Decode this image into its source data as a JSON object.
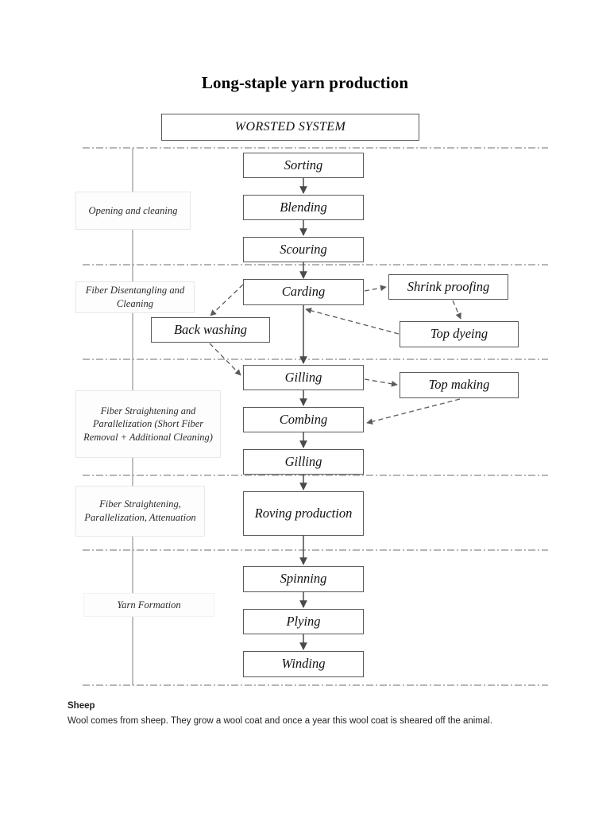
{
  "document": {
    "title": "Long-staple yarn production"
  },
  "diagram": {
    "type": "flowchart",
    "system_header": "WORSTED SYSTEM",
    "stage_labels": [
      {
        "id": "opening-and-cleaning",
        "text": "Opening and cleaning"
      },
      {
        "id": "fiber-disentangling-and-cleaning",
        "text": "Fiber Disentangling and Cleaning"
      },
      {
        "id": "fiber-straightening-and-parallelization",
        "text": "Fiber Straightening and Parallelization (Short Fiber Removal + Additional Cleaning)"
      },
      {
        "id": "fiber-straightening-parallelization-attenuation",
        "text": "Fiber Straightening, Parallelization, Attenuation"
      },
      {
        "id": "yarn-formation",
        "text": "Yarn Formation"
      }
    ],
    "main_chain": [
      {
        "id": "sorting",
        "label": "Sorting"
      },
      {
        "id": "blending",
        "label": "Blending"
      },
      {
        "id": "scouring",
        "label": "Scouring"
      },
      {
        "id": "carding",
        "label": "Carding"
      },
      {
        "id": "gilling-1",
        "label": "Gilling"
      },
      {
        "id": "combing",
        "label": "Combing"
      },
      {
        "id": "gilling-2",
        "label": "Gilling"
      },
      {
        "id": "roving-production",
        "label": "Roving production"
      },
      {
        "id": "spinning",
        "label": "Spinning"
      },
      {
        "id": "plying",
        "label": "Plying"
      },
      {
        "id": "winding",
        "label": "Winding"
      }
    ],
    "side_processes": [
      {
        "id": "back-washing",
        "label": "Back washing"
      },
      {
        "id": "shrink-proofing",
        "label": "Shrink proofing"
      },
      {
        "id": "top-dyeing",
        "label": "Top dyeing"
      },
      {
        "id": "top-making",
        "label": "Top making"
      }
    ],
    "connections": [
      {
        "from": "sorting",
        "to": "blending",
        "style": "solid"
      },
      {
        "from": "blending",
        "to": "scouring",
        "style": "solid"
      },
      {
        "from": "scouring",
        "to": "carding",
        "style": "solid"
      },
      {
        "from": "carding",
        "to": "gilling-1",
        "style": "solid"
      },
      {
        "from": "gilling-1",
        "to": "combing",
        "style": "solid"
      },
      {
        "from": "combing",
        "to": "gilling-2",
        "style": "solid"
      },
      {
        "from": "gilling-2",
        "to": "roving-production",
        "style": "solid"
      },
      {
        "from": "roving-production",
        "to": "spinning",
        "style": "solid"
      },
      {
        "from": "spinning",
        "to": "plying",
        "style": "solid"
      },
      {
        "from": "plying",
        "to": "winding",
        "style": "solid"
      },
      {
        "from": "carding",
        "to": "back-washing",
        "style": "dashed"
      },
      {
        "from": "carding",
        "to": "shrink-proofing",
        "style": "dashed"
      },
      {
        "from": "shrink-proofing",
        "to": "top-dyeing",
        "style": "dashed"
      },
      {
        "from": "top-dyeing",
        "to": "carding",
        "style": "dashed"
      },
      {
        "from": "back-washing",
        "to": "gilling-1",
        "style": "dashed"
      },
      {
        "from": "gilling-1",
        "to": "top-making",
        "style": "dashed"
      },
      {
        "from": "top-making",
        "to": "combing",
        "style": "dashed"
      }
    ],
    "separator_count": 5,
    "colors": {
      "box_border": "#59595b",
      "connector": "#4a4a4a",
      "separator": "#6e6e70",
      "label_border": "#e8e8ea",
      "text": "#111111",
      "caption_text": "#231f20"
    }
  },
  "caption": {
    "heading": "Sheep",
    "body": "Wool comes from sheep. They grow a wool coat and once a year this wool coat is sheared off the animal."
  }
}
